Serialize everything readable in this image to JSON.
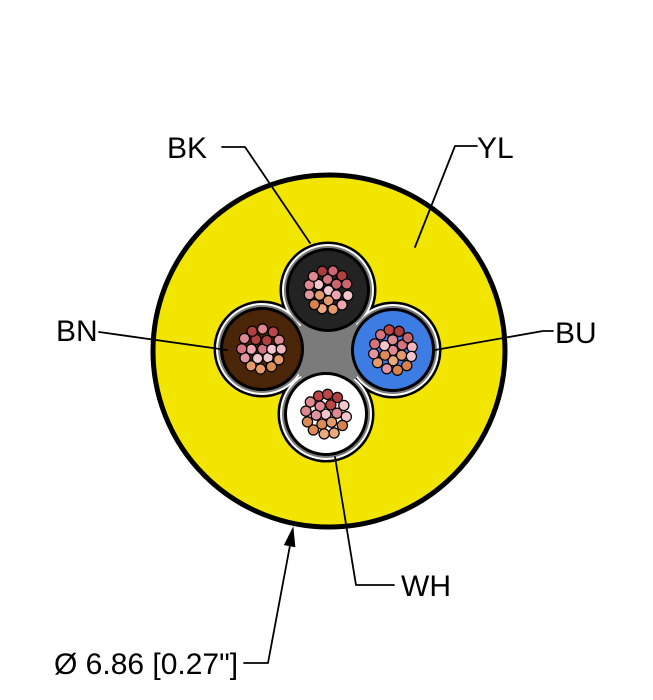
{
  "diagram": {
    "type": "cable-cross-section",
    "description": "4-conductor cable cross section with yellow jacket"
  },
  "labels": {
    "bk": "BK",
    "yl": "YL",
    "bn": "BN",
    "bu": "BU",
    "wh": "WH",
    "diameter": "Ø 6.86 [0.27\"]"
  },
  "colors": {
    "background": "#FFFFFF",
    "jacket": "#F2E500",
    "outline": "#000000",
    "filler": "#7B7B7B",
    "wrap_tape": "#FFFFFF"
  },
  "conductors": [
    {
      "id": "bk",
      "label": "BK",
      "color": "#232323",
      "position": "top"
    },
    {
      "id": "bn",
      "label": "BN",
      "color": "#4A2507",
      "position": "left"
    },
    {
      "id": "bu",
      "label": "BU",
      "color": "#3D7CE2",
      "position": "right"
    },
    {
      "id": "wh",
      "label": "WH",
      "color": "#FFFFFF",
      "position": "bottom"
    }
  ],
  "strands": {
    "count_per_conductor": 19,
    "palette": {
      "dark": [
        "#A93C3C",
        "#BC4646",
        "#B14040"
      ],
      "rose": [
        "#D5737E",
        "#DF8890",
        "#C96670"
      ],
      "pink": [
        "#EBA5AF",
        "#F0B8BE",
        "#E294A0",
        "#F3C6CC"
      ],
      "salmon": [
        "#E59A6C",
        "#DB8A58",
        "#EAA87D",
        "#D8814F"
      ]
    }
  }
}
